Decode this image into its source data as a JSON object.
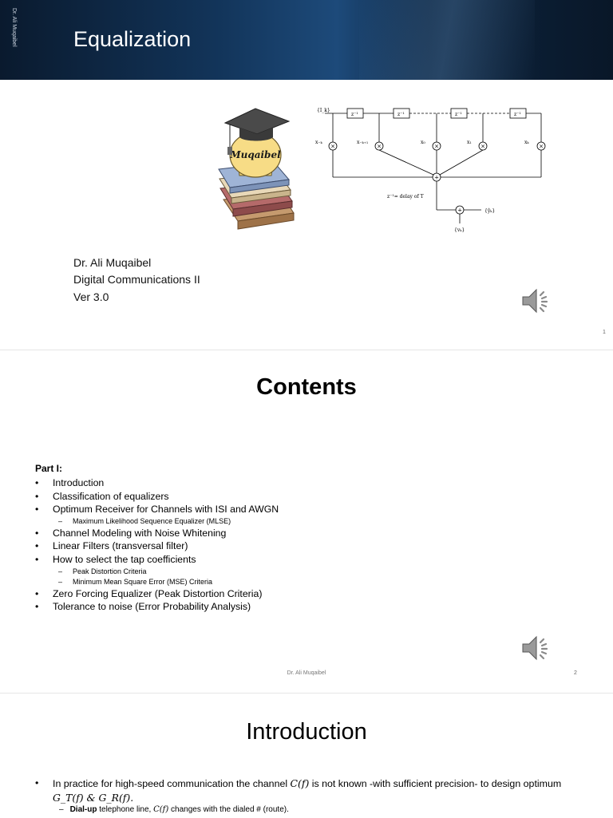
{
  "slide1": {
    "vertical_text": "Dr. Ali Muqaibel",
    "title": "Equalization",
    "logo_text": "Muqaibel",
    "diagram": {
      "input_label": "{I_k}",
      "delay_label": "z⁻¹",
      "delay_caption": "z⁻¹= delay of T",
      "tap_labels": [
        "x₋ₖ",
        "x₋ₖ₊₁",
        "x₀",
        "x₁",
        "xₖ"
      ],
      "output_label": "{ŷₖ}",
      "noise_label": "{vₖ}"
    },
    "author": "Dr. Ali Muqaibel",
    "course": "Digital Communications II",
    "version": "Ver 3.0",
    "page": "1"
  },
  "slide2": {
    "title": "Contents",
    "part_label": "Part I:",
    "items": [
      {
        "level": 1,
        "text": "Introduction"
      },
      {
        "level": 1,
        "text": "Classification of equalizers"
      },
      {
        "level": 1,
        "text": "Optimum Receiver for Channels with ISI and AWGN"
      },
      {
        "level": 2,
        "text": "Maximum Likelihood Sequence Equalizer (MLSE)"
      },
      {
        "level": 1,
        "text": "Channel Modeling  with Noise Whitening"
      },
      {
        "level": 1,
        "text": "Linear Filters (transversal filter)"
      },
      {
        "level": 1,
        "text": "How to select the tap coefficients"
      },
      {
        "level": 2,
        "text": "Peak Distortion Criteria"
      },
      {
        "level": 2,
        "text": "Minimum Mean Square Error (MSE) Criteria"
      },
      {
        "level": 1,
        "text": "Zero Forcing Equalizer (Peak Distortion Criteria)"
      },
      {
        "level": 1,
        "text": "Tolerance to noise (Error Probability Analysis)"
      }
    ],
    "footer": "Dr. Ali Muqaibel",
    "page": "2"
  },
  "slide3": {
    "title": "Introduction",
    "bullet_pre": "In practice for high-speed communication the channel ",
    "bullet_math1": "C(f)",
    "bullet_mid": " is not known -with sufficient precision- to design optimum ",
    "bullet_math2": "G_T(f) & G_R(f).",
    "sub_bold": "Dial-up",
    "sub_pre": " telephone line, ",
    "sub_math": "C(f)",
    "sub_post": "  changes with the dialed # (route)."
  }
}
